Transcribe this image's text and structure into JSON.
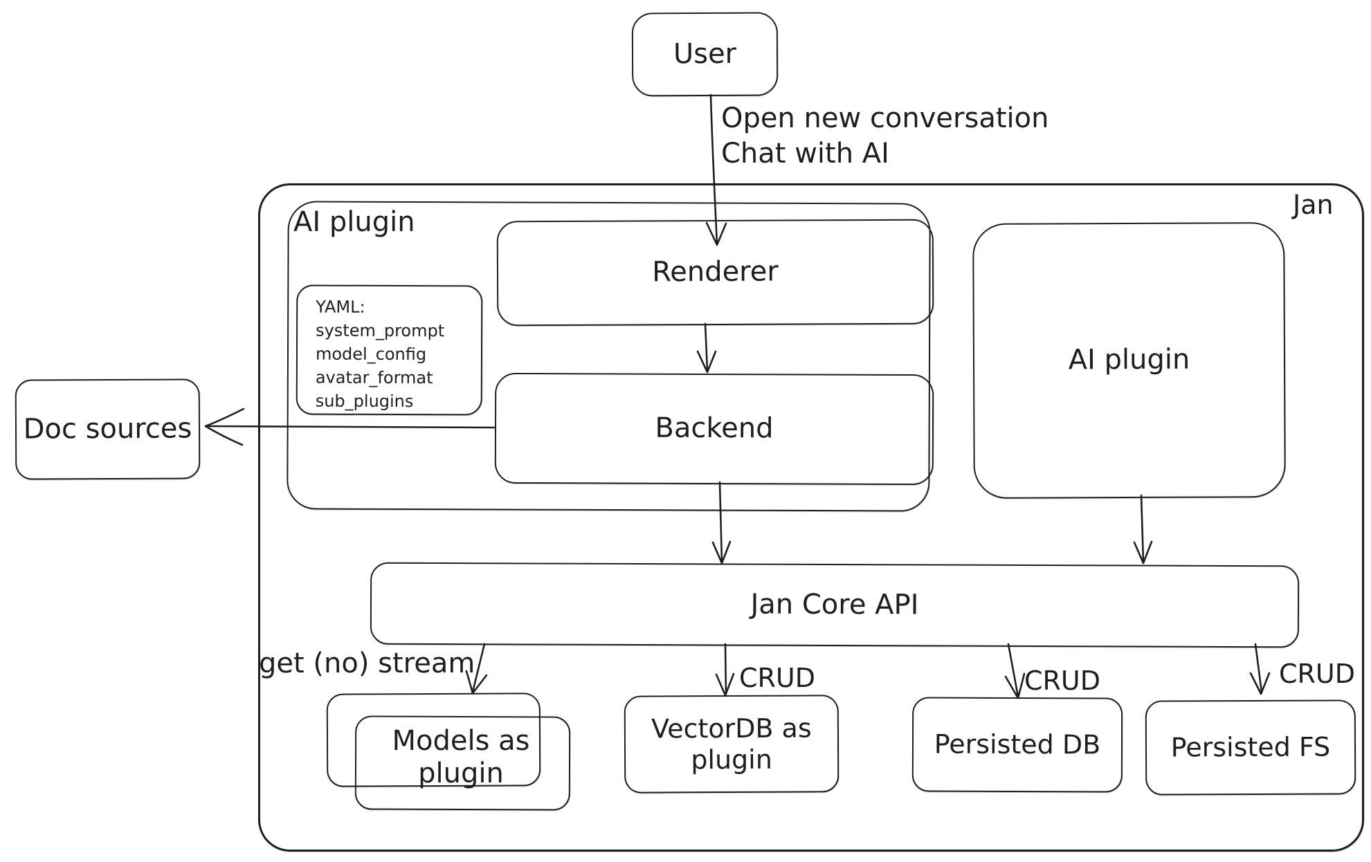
{
  "colors": {
    "stroke": "#1e1e1e",
    "background": "#ffffff"
  },
  "container": {
    "label": "Jan"
  },
  "nodes": {
    "user": {
      "label": "User"
    },
    "plugin_group": {
      "label": "AI plugin"
    },
    "renderer": {
      "label": "Renderer"
    },
    "yaml_note": {
      "text": "YAML:\nsystem_prompt\nmodel_config\navatar_format\nsub_plugins"
    },
    "backend": {
      "label": "Backend"
    },
    "doc_sources": {
      "label": "Doc sources"
    },
    "plugin_right": {
      "label": "AI plugin"
    },
    "jan_core_api": {
      "label": "Jan Core API"
    },
    "models": {
      "label": "Models as\nplugin"
    },
    "vectordb": {
      "label": "VectorDB as\nplugin"
    },
    "persisted_db": {
      "label": "Persisted DB"
    },
    "persisted_fs": {
      "label": "Persisted FS"
    }
  },
  "edges": {
    "user_to_renderer": {
      "label": "Open new conversation\nChat with AI"
    },
    "core_to_models": {
      "label": "get (no) stream"
    },
    "core_to_vectordb": {
      "label": "CRUD"
    },
    "core_to_persisted_db": {
      "label": "CRUD"
    },
    "core_to_persisted_fs": {
      "label": "CRUD"
    }
  }
}
